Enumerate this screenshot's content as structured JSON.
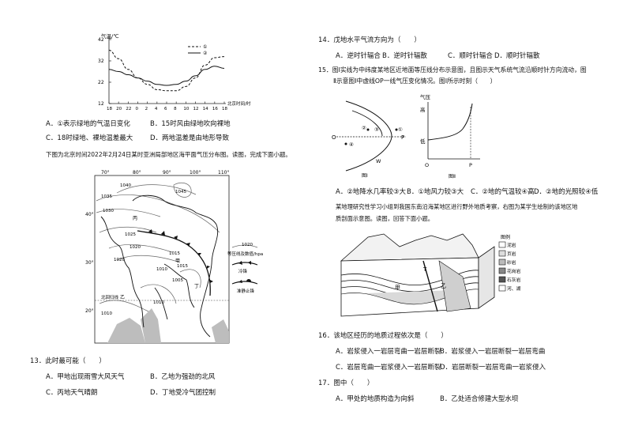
{
  "left": {
    "chart_data": {
      "type": "line",
      "ylabel": "气温/℃",
      "yticks": [
        "42",
        "32",
        "22",
        "12"
      ],
      "xlabel": "北京时间/时",
      "x": [
        18,
        20,
        22,
        0,
        2,
        4,
        6,
        8,
        10,
        12,
        14,
        16,
        18
      ],
      "xticks": [
        "18",
        "20",
        "22",
        "0",
        "2",
        "4",
        "6",
        "8",
        "10",
        "12",
        "14",
        "16",
        "18"
      ],
      "ylim": [
        12,
        42
      ],
      "series": [
        {
          "name": "①",
          "style": "dashed",
          "values": [
            37,
            33,
            28,
            24,
            21,
            18.5,
            18,
            18,
            20,
            24,
            30,
            33.5,
            34
          ]
        },
        {
          "name": "②",
          "style": "solid",
          "values": [
            28,
            27,
            25.5,
            24,
            22.5,
            21,
            20.5,
            21,
            22.5,
            25,
            28,
            29.5,
            28.5
          ]
        }
      ],
      "legend": [
        "①",
        "②"
      ]
    },
    "q12_options": [
      "A．①表示绿地的气温日变化",
      "B．15时风由绿地吹向裸地",
      "C．18时绿地、裸地温差最大",
      "D．两地温差是由地形导致"
    ],
    "map_intro": "下图为北京时间2022年2月24日某时亚洲局部地区海平面气压分布图。读图，完成下面小题。",
    "map": {
      "lon_labels": [
        "70°",
        "80°",
        "90°",
        "100°",
        "110°"
      ],
      "lat_labels": [
        "40°",
        "30°",
        "20°"
      ],
      "isobars": [
        "1040",
        "1045",
        "1035",
        "1030",
        "1025",
        "1020",
        "1020",
        "1015",
        "1010",
        "1010",
        "1005",
        "1015",
        "1010"
      ],
      "place_labels": [
        "丙",
        "甲",
        "乙",
        "丁",
        "北回归线"
      ],
      "legend_isobar_value": "1020",
      "legend_isobar_label": "等压线及数值/hpa",
      "legend_cold": "冷锋",
      "legend_stationary": "准静止锋"
    },
    "q13_stem": "13．此时最可能（　　）",
    "q13_options": [
      "A．甲地出现雨雪大风天气",
      "B．乙地为强劲的北风",
      "C．丙地天气晴朗",
      "D．丁地受冷气团控制"
    ]
  },
  "right": {
    "q14_stem": "14．戊地水平气流方向为（　　）",
    "q14_options": [
      "A．逆时针辐合",
      "B．逆时针辐散",
      "C．顺时针辐合",
      "D．顺时针辐散"
    ],
    "q15_stem_1": "15．图Ⅰ实线为中纬度某地区近地面等压线分布示意图，且图示天气系统气流沿顺时针方向流动，图",
    "q15_stem_2": "Ⅱ示意图Ⅰ中虚线OP一线气压变化情况。图Ⅰ所示时刻（　　）",
    "fig1": {
      "labels": [
        "①",
        "②",
        "③",
        "④",
        "O",
        "P",
        "W"
      ],
      "caption": "图Ⅰ"
    },
    "fig2": {
      "ylabel": "气压",
      "high": "高",
      "low": "低",
      "o": "O",
      "p": "P",
      "caption": "图Ⅱ"
    },
    "q15_options": [
      "A．②地降水几率较③大",
      "B．①地风力较③大",
      "C．②地的气温较④高",
      "D．②地的光照较④低"
    ],
    "geo_intro_1": "某地理研究性学习小组到我国东南沿海某地区进行野外地质考察，右图为某学生绘制的该地区地",
    "geo_intro_2": "质剖面示意图。读图，回答下面小题。",
    "block": {
      "legend_title": "图例",
      "legend_items": [
        "泥岩",
        "页岩",
        "砂岩",
        "花岗岩",
        "石灰岩",
        "河、湖"
      ],
      "labels": [
        "T",
        "甲",
        "乙"
      ]
    },
    "q16_stem": "16．该地区经历的地质过程依次是（　　）",
    "q16_options": [
      "A．岩浆侵入一岩层弯曲一岩层断裂",
      "B．岩浆侵入一岩层断裂一岩层弯曲",
      "C．岩层弯曲一岩浆侵入一岩层断裂",
      "D．岩层断裂一岩层弯曲一岩浆侵入"
    ],
    "q17_stem": "17．图中（　　）",
    "q17_options": [
      "A．甲处的地质构造为向斜",
      "B．乙处适合修建大型水坝"
    ]
  }
}
